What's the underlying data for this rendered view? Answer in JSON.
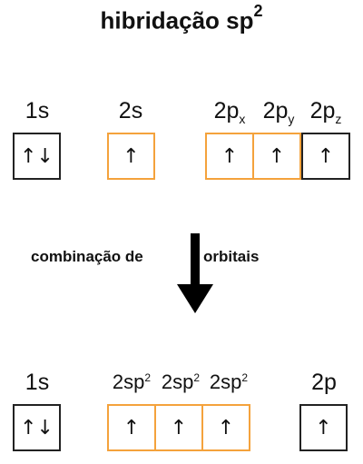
{
  "title": {
    "text": "hibridação sp",
    "sup": "2"
  },
  "top": {
    "labels": [
      {
        "main": "1s"
      },
      {
        "main": "2s"
      },
      {
        "main": "2p",
        "sub": "x"
      },
      {
        "main": "2p",
        "sub": "y"
      },
      {
        "main": "2p",
        "sub": "z"
      }
    ],
    "orbitals": [
      {
        "electrons": "↑↓",
        "border": "#222222"
      },
      {
        "electrons": "↑",
        "border": "#f4a23c"
      },
      {
        "electrons": "↑",
        "border": "#f4a23c"
      },
      {
        "electrons": "↑",
        "border": "#f4a23c"
      },
      {
        "electrons": "↑",
        "border": "#222222"
      }
    ]
  },
  "transition": {
    "left": "combinação de",
    "right": "orbitais"
  },
  "bottom": {
    "labels": [
      {
        "main": "1s"
      },
      {
        "main": "2sp",
        "sup": "2"
      },
      {
        "main": "2sp",
        "sup": "2"
      },
      {
        "main": "2sp",
        "sup": "2"
      },
      {
        "main": "2p"
      }
    ],
    "orbitals": [
      {
        "electrons": "↑↓",
        "border": "#222222"
      },
      {
        "electrons": "↑",
        "border": "#f4a23c"
      },
      {
        "electrons": "↑",
        "border": "#f4a23c"
      },
      {
        "electrons": "↑",
        "border": "#f4a23c"
      },
      {
        "electrons": "↑",
        "border": "#222222"
      }
    ]
  },
  "colors": {
    "hybrid": "#f4a23c",
    "plain": "#222222",
    "arrow": "#000000"
  }
}
